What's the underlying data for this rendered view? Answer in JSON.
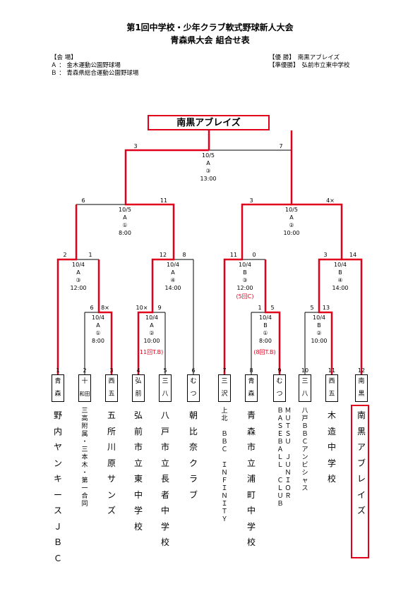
{
  "title_line1": "第1回中学校・少年クラブ軟式野球新人大会",
  "title_line2": "青森県大会 組合せ表",
  "venues": {
    "heading": "【会 場】",
    "a": "Ａ ： 金木運動公園野球場",
    "b": "Ｂ ： 青森県総合運動公園野球場"
  },
  "results": {
    "winner_label": "【優 勝】",
    "winner": "南黒アブレイズ",
    "runner_label": "【準優勝】",
    "runner": "弘前市立東中学校"
  },
  "champion": "南黒アブレイズ",
  "colors": {
    "highlight": "#e0001b",
    "line": "#000000"
  },
  "matches": {
    "final": {
      "date": "10/5",
      "venue": "A",
      "game": "③",
      "time": "13:00",
      "score_left": "3",
      "score_right": "7"
    },
    "sf_left": {
      "date": "10/5",
      "venue": "A",
      "game": "①",
      "time": "8:00",
      "score_left": "6",
      "score_right": "11"
    },
    "sf_right": {
      "date": "10/5",
      "venue": "A",
      "game": "②",
      "time": "10:00",
      "score_left": "3",
      "score_right": "4×"
    },
    "qf1": {
      "date": "10/4",
      "venue": "A",
      "game": "③",
      "time": "12:00",
      "score_left": "2",
      "score_right": "1"
    },
    "qf2": {
      "date": "10/4",
      "venue": "A",
      "game": "④",
      "time": "14:00",
      "score_left": "12",
      "score_right": "8"
    },
    "qf3": {
      "date": "10/4",
      "venue": "B",
      "game": "③",
      "time": "12:00",
      "score_left": "11",
      "score_right": "0",
      "note": "(5回C)"
    },
    "qf4": {
      "date": "10/4",
      "venue": "B",
      "game": "④",
      "time": "14:00",
      "score_left": "3",
      "score_right": "14"
    },
    "r1a": {
      "date": "10/4",
      "venue": "A",
      "game": "①",
      "time": "8:00",
      "score_left": "6",
      "score_right": "8×"
    },
    "r1b": {
      "date": "10/4",
      "venue": "A",
      "game": "②",
      "time": "10:00",
      "score_left": "10×",
      "score_right": "9",
      "note": "(11回T.B)"
    },
    "r1c": {
      "date": "10/4",
      "venue": "B",
      "game": "①",
      "time": "8:00",
      "score_left": "1",
      "score_right": "5",
      "note": "(8回T.B)"
    },
    "r1d": {
      "date": "10/4",
      "venue": "B",
      "game": "②",
      "time": "10:00",
      "score_left": "5",
      "score_right": "13"
    }
  },
  "teams": [
    {
      "num": "1",
      "box": [
        "青",
        "森"
      ],
      "name": [
        "野",
        "内",
        "ヤ",
        "ン",
        "キ",
        "ー",
        "ス",
        "Ｊ",
        "Ｂ",
        "Ｃ"
      ]
    },
    {
      "num": "2",
      "box": [
        "十",
        "和田"
      ],
      "name": [
        "三",
        "高",
        "附",
        "属",
        "・",
        "三",
        "本",
        "木",
        "・",
        "第",
        "一",
        "合",
        "同"
      ]
    },
    {
      "num": "3",
      "box": [
        "西",
        "五"
      ],
      "name": [
        "五",
        "所",
        "川",
        "原",
        "サ",
        "ン",
        "ズ"
      ]
    },
    {
      "num": "4",
      "box": [
        "弘",
        "前"
      ],
      "name": [
        "弘",
        "前",
        "市",
        "立",
        "東",
        "中",
        "学",
        "校"
      ]
    },
    {
      "num": "5",
      "box": [
        "三",
        "八"
      ],
      "name": [
        "八",
        "戸",
        "市",
        "立",
        "長",
        "者",
        "中",
        "学",
        "校"
      ]
    },
    {
      "num": "6",
      "box": [
        "む",
        "つ"
      ],
      "name": [
        "朝",
        "比",
        "奈",
        "ク",
        "ラ",
        "ブ"
      ]
    },
    {
      "num": "7",
      "box": [
        "三",
        "沢"
      ],
      "name": [
        "上",
        "北",
        "",
        "Ｂ",
        "Ｂ",
        "Ｃ",
        "",
        "Ｉ",
        "Ｎ",
        "Ｆ",
        "Ｉ",
        "Ｎ",
        "Ｉ",
        "Ｔ",
        "Ｙ"
      ]
    },
    {
      "num": "8",
      "box": [
        "青",
        "森"
      ],
      "name": [
        "青",
        "森",
        "市",
        "立",
        "浦",
        "町",
        "中",
        "学",
        "校"
      ]
    },
    {
      "num": "9",
      "box": [
        "む",
        "つ"
      ],
      "name_col1": [
        "Ｂ",
        "Ａ",
        "Ｓ",
        "Ｅ",
        "Ｂ",
        "Ａ",
        "Ｌ",
        "Ｌ",
        "",
        "Ｃ",
        "Ｌ",
        "Ｕ",
        "Ｂ"
      ],
      "name_col2": [
        "Ｍ",
        "Ｕ",
        "Ｔ",
        "Ｓ",
        "Ｕ",
        "",
        "Ｊ",
        "Ｕ",
        "Ｎ",
        "Ｉ",
        "Ｏ",
        "Ｒ"
      ]
    },
    {
      "num": "10",
      "box": [
        "三",
        "八"
      ],
      "name": [
        "八",
        "戸",
        "Ｂ",
        "Ｂ",
        "Ｃ",
        "ア",
        "ン",
        "ビ",
        "シ",
        "ャ",
        "ス"
      ]
    },
    {
      "num": "11",
      "box": [
        "西",
        "五"
      ],
      "name": [
        "木",
        "造",
        "中",
        "学",
        "校"
      ]
    },
    {
      "num": "12",
      "box": [
        "南",
        "黒"
      ],
      "name": [
        "南",
        "黒",
        "ア",
        "ブ",
        "レ",
        "イ",
        "ズ"
      ]
    }
  ]
}
